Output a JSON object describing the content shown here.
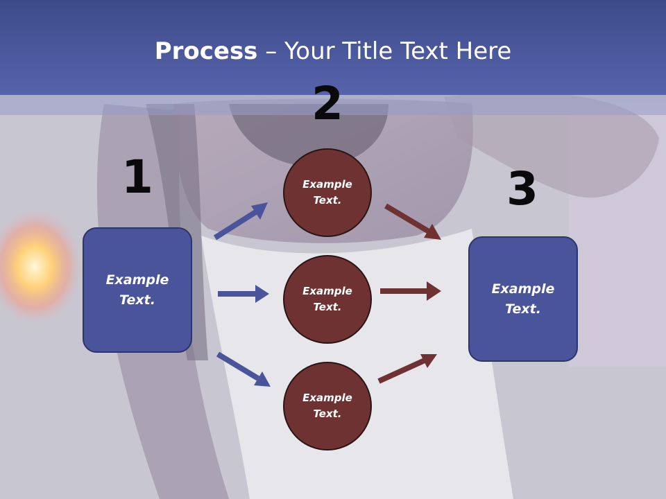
{
  "title": {
    "bold": "Process",
    "rest": " – Your Title Text Here"
  },
  "steps": [
    "1",
    "2",
    "3"
  ],
  "left_box": {
    "label": "Example\nText."
  },
  "right_box": {
    "label": "Example\nText."
  },
  "circles": [
    {
      "label": "Example\nText."
    },
    {
      "label": "Example\nText."
    },
    {
      "label": "Example\nText."
    }
  ],
  "colors": {
    "header": "#4a559b",
    "box_fill": "#4a549b",
    "circle_fill": "#6e3232",
    "blue_arrow": "#4a549b",
    "red_arrow": "#6e3232"
  }
}
